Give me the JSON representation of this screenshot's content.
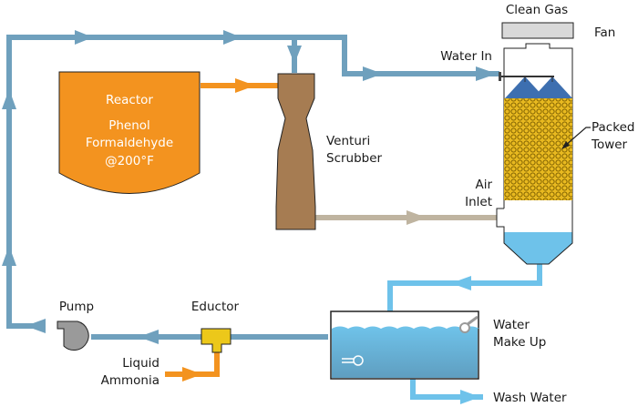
{
  "diagram": {
    "title": "Venturi Scrubber and Packed Tower Process Flow",
    "components": {
      "reactor": {
        "lines": [
          "Reactor",
          "Phenol",
          "Formaldehyde",
          "@200°F"
        ]
      },
      "venturi": {
        "lines": [
          "Venturi",
          "Scrubber"
        ]
      },
      "packed_tower": {
        "lines": [
          "Packed",
          "Tower"
        ]
      },
      "fan": {
        "label": "Fan"
      },
      "clean_gas": {
        "label": "Clean Gas"
      },
      "water_in": {
        "label": "Water In"
      },
      "air_inlet": {
        "lines": [
          "Air",
          "Inlet"
        ]
      },
      "pump": {
        "label": "Pump"
      },
      "eductor": {
        "label": "Eductor"
      },
      "liquid_ammonia": {
        "lines": [
          "Liquid",
          "Ammonia"
        ]
      },
      "water_make_up": {
        "lines": [
          "Water",
          "Make Up"
        ]
      },
      "wash_water": {
        "label": "Wash Water"
      }
    },
    "colors": {
      "recirculation_pipe": "#6fa0bd",
      "tower_drain_pipe": "#6ec2ea",
      "reactor_vessel": "#f3931f",
      "venturi_body": "#a67c52",
      "gas_duct": "#bfb4a0",
      "packing": "#e8b920",
      "spray": "#3d6fb0",
      "tank_water": "#6fc3ea",
      "fan_housing": "#d9d9d9",
      "pump_body": "#9a9a9a",
      "eductor_body": "#ecc81a"
    }
  }
}
